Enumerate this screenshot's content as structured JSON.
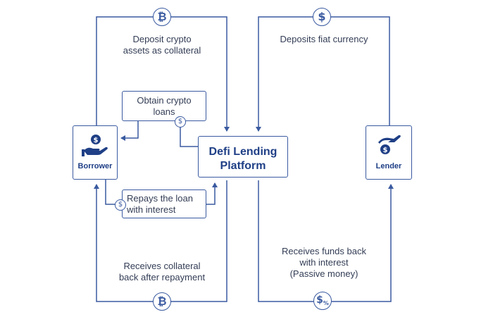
{
  "flows": {
    "deposit_collateral": "Deposit crypto\nassets as collateral",
    "deposit_fiat": "Deposits fiat currency",
    "receive_collateral": "Receives collateral\nback after repayment",
    "receive_funds": "Receives funds back\nwith interest\n(Passive money)"
  },
  "boxes": {
    "obtain_loans": "Obtain crypto\nloans",
    "repay_loan": "Repays the loan\nwith interest",
    "platform_line1": "Defi Lending",
    "platform_line2": "Platform"
  },
  "actors": {
    "borrower": "Borrower",
    "lender": "Lender"
  },
  "icons": {
    "bitcoin_glyph": "₿",
    "dollar_glyph": "$",
    "percent_glyph": "%"
  },
  "colors": {
    "line": "#3a5aa0",
    "title": "#1f3f86",
    "text": "#333d55"
  }
}
